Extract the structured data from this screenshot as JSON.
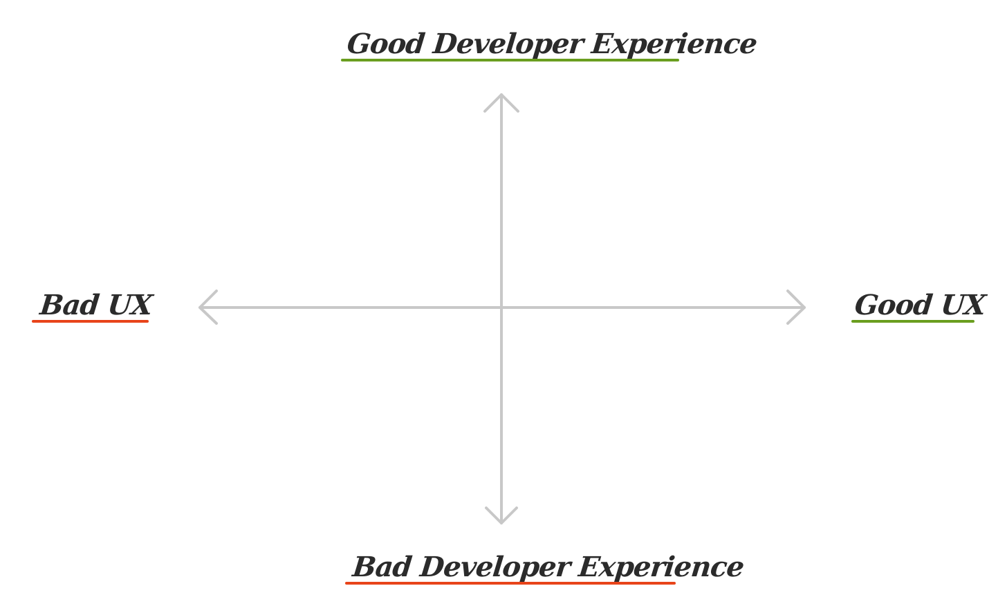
{
  "diagram": {
    "labels": {
      "top": "Good Developer Experience",
      "bottom": "Bad Developer Experience",
      "left": "Bad UX",
      "right": "Good UX"
    },
    "colors": {
      "good": "#6a9e1f",
      "bad": "#e8441a",
      "axis": "#c8c8c8",
      "text": "#2b2b2b"
    }
  }
}
